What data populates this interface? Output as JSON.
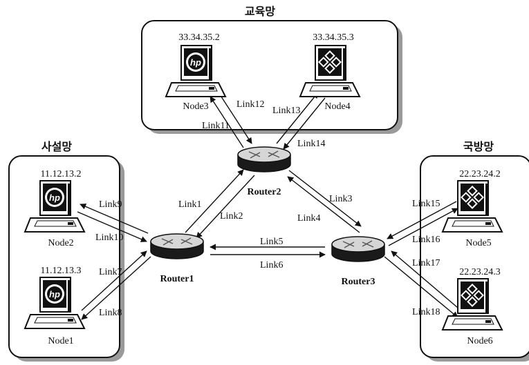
{
  "networks": {
    "education": {
      "title": "교육망"
    },
    "private": {
      "title": "사설망"
    },
    "defense": {
      "title": "국방망"
    }
  },
  "routers": {
    "r1": "Router1",
    "r2": "Router2",
    "r3": "Router3"
  },
  "nodes": {
    "n1": {
      "name": "Node1",
      "ip": "11.12.13.3",
      "logo": "hp"
    },
    "n2": {
      "name": "Node2",
      "ip": "11.12.13.2",
      "logo": "hp"
    },
    "n3": {
      "name": "Node3",
      "ip": "33.34.35.2",
      "logo": "hp"
    },
    "n4": {
      "name": "Node4",
      "ip": "33.34.35.3",
      "logo": "sun"
    },
    "n5": {
      "name": "Node5",
      "ip": "22.23.24.2",
      "logo": "sun"
    },
    "n6": {
      "name": "Node6",
      "ip": "22.23.24.3",
      "logo": "sun"
    }
  },
  "links": {
    "l1": "Link1",
    "l2": "Link2",
    "l3": "Link3",
    "l4": "Link4",
    "l5": "Link5",
    "l6": "Link6",
    "l7": "Link7",
    "l8": "Link8",
    "l9": "Link9",
    "l10": "Link10",
    "l11": "Link11",
    "l12": "Link12",
    "l13": "Link13",
    "l14": "Link14",
    "l15": "Link15",
    "l16": "Link16",
    "l17": "Link17",
    "l18": "Link18"
  },
  "colors": {
    "ink": "#111111",
    "shadow": "#9a9a9a",
    "router_top": "#cfcfcf",
    "router_side": "#1a1a1a"
  }
}
